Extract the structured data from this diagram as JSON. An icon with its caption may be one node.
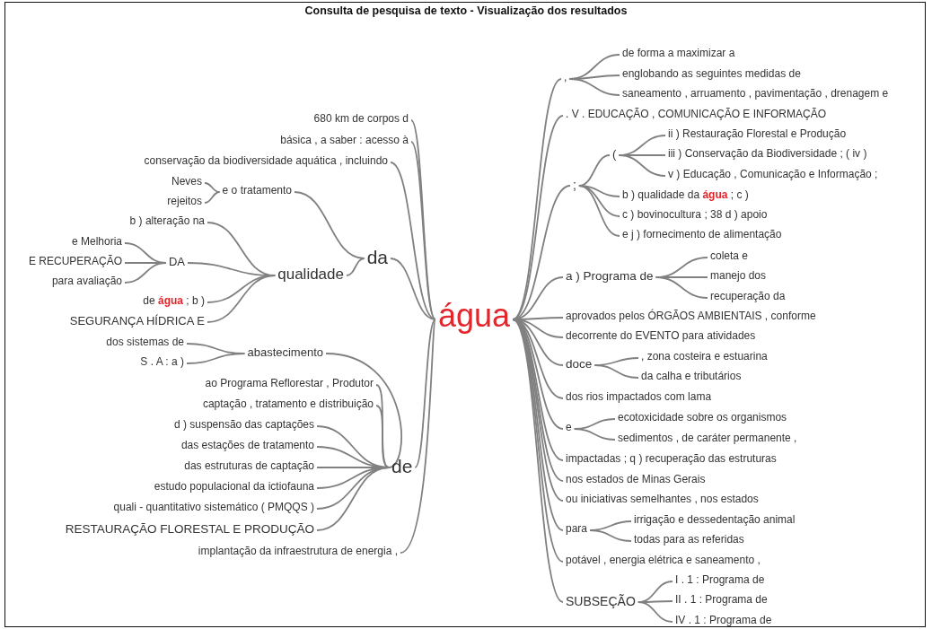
{
  "diagram": {
    "title": "Consulta de pesquisa de texto - Visualização dos resultados",
    "nodes": [
      {
        "text": [
          "680 km de corpos d"
        ]
      },
      {
        "text": [
          "básica , a saber : acesso à"
        ]
      },
      {
        "text": [
          "conservação da biodiversidade aquática , incluindo"
        ]
      },
      {
        "text": [
          "Neves"
        ]
      },
      {
        "text": [
          "rejeitos"
        ]
      },
      {
        "text": [
          "e o tratamento"
        ]
      },
      {
        "text": [
          "b ) alteração na"
        ]
      },
      {
        "text": [
          "e Melhoria"
        ]
      },
      {
        "text": [
          "E RECUPERAÇÃO"
        ]
      },
      {
        "text": [
          "DA"
        ]
      },
      {
        "text": [
          "para avaliação"
        ]
      },
      {
        "text": [
          "de **água** ; b )"
        ]
      },
      {
        "text": [
          "SEGURANÇA HÍDRICA E"
        ]
      },
      {
        "text": [
          "qualidade"
        ]
      },
      {
        "text": [
          "da"
        ]
      },
      {
        "text": [
          "dos sistemas de"
        ]
      },
      {
        "text": [
          "S . A : a )"
        ]
      },
      {
        "text": [
          "abastecimento"
        ]
      },
      {
        "text": [
          "ao Programa Reflorestar , Produtor"
        ]
      },
      {
        "text": [
          "captação , tratamento e distribuição"
        ]
      },
      {
        "text": [
          "d ) suspensão das captações"
        ]
      },
      {
        "text": [
          "das estações de tratamento"
        ]
      },
      {
        "text": [
          "das estruturas de captação"
        ]
      },
      {
        "text": [
          "estudo populacional da ictiofauna"
        ]
      },
      {
        "text": [
          "quali - quantitativo sistemático ( PMQQS )"
        ]
      },
      {
        "text": [
          "RESTAURAÇÃO FLORESTAL E PRODUÇÃO"
        ]
      },
      {
        "text": [
          "de"
        ]
      },
      {
        "text": [
          "implantação da infraestrutura de energia ,"
        ]
      },
      {
        "text": [
          "água"
        ]
      },
      {
        "text": [
          ","
        ]
      },
      {
        "text": [
          "de forma a maximizar a"
        ]
      },
      {
        "text": [
          "englobando as seguintes medidas de"
        ]
      },
      {
        "text": [
          "saneamento , arruamento , pavimentação , drenagem e"
        ]
      },
      {
        "text": [
          ". V . EDUCAÇÃO , COMUNICAÇÃO E INFORMAÇÃO"
        ]
      },
      {
        "text": [
          ";"
        ]
      },
      {
        "text": [
          "("
        ]
      },
      {
        "text": [
          "ii ) Restauração Florestal e Produção"
        ]
      },
      {
        "text": [
          "iii ) Conservação da Biodiversidade ; ( iv )"
        ]
      },
      {
        "text": [
          "v ) Educação , Comunicação e Informação ;"
        ]
      },
      {
        "text": [
          "b ) qualidade da **água** ; c )"
        ]
      },
      {
        "text": [
          "c ) bovinocultura ; 38 d ) apoio"
        ]
      },
      {
        "text": [
          "e j ) fornecimento de alimentação"
        ]
      },
      {
        "text": [
          "a ) Programa de"
        ]
      },
      {
        "text": [
          "coleta e"
        ]
      },
      {
        "text": [
          "manejo dos"
        ]
      },
      {
        "text": [
          "recuperação da"
        ]
      },
      {
        "text": [
          "aprovados pelos ÓRGÃOS AMBIENTAIS , conforme"
        ]
      },
      {
        "text": [
          "decorrente do EVENTO para atividades"
        ]
      },
      {
        "text": [
          "doce"
        ]
      },
      {
        "text": [
          ", zona costeira e estuarina"
        ]
      },
      {
        "text": [
          "da calha e tributários"
        ]
      },
      {
        "text": [
          "dos rios impactados com lama"
        ]
      },
      {
        "text": [
          "e"
        ]
      },
      {
        "text": [
          "ecotoxicidade sobre os organismos"
        ]
      },
      {
        "text": [
          "sedimentos , de caráter permanente ,"
        ]
      },
      {
        "text": [
          "impactadas ; q ) recuperação das estruturas"
        ]
      },
      {
        "text": [
          "nos estados de Minas Gerais"
        ]
      },
      {
        "text": [
          "ou iniciativas semelhantes , nos estados"
        ]
      },
      {
        "text": [
          "para"
        ]
      },
      {
        "text": [
          "irrigação e dessedentação animal"
        ]
      },
      {
        "text": [
          "todas para as referidas"
        ]
      },
      {
        "text": [
          "potável , energia elétrica e saneamento ,"
        ]
      },
      {
        "text": [
          "SUBSEÇÃO"
        ]
      },
      {
        "text": [
          "I . 1 : Programa de"
        ]
      },
      {
        "text": [
          "II . 1 : Programa de"
        ]
      },
      {
        "text": [
          "IV . 1 : Programa de"
        ]
      }
    ],
    "edges": [
      {
        "from": 28,
        "to": 0,
        "arrow": "none"
      },
      {
        "from": 28,
        "to": 1,
        "arrow": "none"
      },
      {
        "from": 28,
        "to": 2,
        "arrow": "none"
      },
      {
        "from": 28,
        "to": 14,
        "arrow": "none"
      },
      {
        "from": 28,
        "to": 26,
        "arrow": "none"
      },
      {
        "from": 28,
        "to": 27,
        "arrow": "none"
      },
      {
        "from": 14,
        "to": 5,
        "arrow": "none"
      },
      {
        "from": 14,
        "to": 13,
        "arrow": "none"
      },
      {
        "from": 5,
        "to": 3,
        "arrow": "none"
      },
      {
        "from": 5,
        "to": 4,
        "arrow": "none"
      },
      {
        "from": 13,
        "to": 6,
        "arrow": "none"
      },
      {
        "from": 13,
        "to": 9,
        "arrow": "none"
      },
      {
        "from": 13,
        "to": 11,
        "arrow": "none"
      },
      {
        "from": 13,
        "to": 12,
        "arrow": "none"
      },
      {
        "from": 9,
        "to": 7,
        "arrow": "none"
      },
      {
        "from": 9,
        "to": 8,
        "arrow": "none"
      },
      {
        "from": 9,
        "to": 10,
        "arrow": "none"
      },
      {
        "from": 26,
        "to": 17,
        "arrow": "none"
      },
      {
        "from": 17,
        "to": 15,
        "arrow": "none"
      },
      {
        "from": 17,
        "to": 16,
        "arrow": "none"
      },
      {
        "from": 26,
        "to": 18,
        "arrow": "none"
      },
      {
        "from": 26,
        "to": 19,
        "arrow": "none"
      },
      {
        "from": 26,
        "to": 20,
        "arrow": "none"
      },
      {
        "from": 26,
        "to": 21,
        "arrow": "none"
      },
      {
        "from": 26,
        "to": 22,
        "arrow": "none"
      },
      {
        "from": 26,
        "to": 23,
        "arrow": "none"
      },
      {
        "from": 26,
        "to": 24,
        "arrow": "none"
      },
      {
        "from": 26,
        "to": 25,
        "arrow": "none"
      },
      {
        "from": 28,
        "to": 29,
        "arrow": "none"
      },
      {
        "from": 29,
        "to": 30,
        "arrow": "none"
      },
      {
        "from": 29,
        "to": 31,
        "arrow": "none"
      },
      {
        "from": 29,
        "to": 32,
        "arrow": "none"
      },
      {
        "from": 28,
        "to": 33,
        "arrow": "none"
      },
      {
        "from": 28,
        "to": 34,
        "arrow": "none"
      },
      {
        "from": 34,
        "to": 35,
        "arrow": "none"
      },
      {
        "from": 35,
        "to": 36,
        "arrow": "none"
      },
      {
        "from": 35,
        "to": 37,
        "arrow": "none"
      },
      {
        "from": 35,
        "to": 38,
        "arrow": "none"
      },
      {
        "from": 34,
        "to": 39,
        "arrow": "none"
      },
      {
        "from": 34,
        "to": 40,
        "arrow": "none"
      },
      {
        "from": 34,
        "to": 41,
        "arrow": "none"
      },
      {
        "from": 28,
        "to": 42,
        "arrow": "none"
      },
      {
        "from": 42,
        "to": 43,
        "arrow": "none"
      },
      {
        "from": 42,
        "to": 44,
        "arrow": "none"
      },
      {
        "from": 42,
        "to": 45,
        "arrow": "none"
      },
      {
        "from": 28,
        "to": 46,
        "arrow": "none"
      },
      {
        "from": 28,
        "to": 47,
        "arrow": "none"
      },
      {
        "from": 28,
        "to": 48,
        "arrow": "none"
      },
      {
        "from": 48,
        "to": 49,
        "arrow": "none"
      },
      {
        "from": 48,
        "to": 50,
        "arrow": "none"
      },
      {
        "from": 28,
        "to": 51,
        "arrow": "none"
      },
      {
        "from": 28,
        "to": 52,
        "arrow": "none"
      },
      {
        "from": 52,
        "to": 53,
        "arrow": "none"
      },
      {
        "from": 52,
        "to": 54,
        "arrow": "none"
      },
      {
        "from": 28,
        "to": 55,
        "arrow": "none"
      },
      {
        "from": 28,
        "to": 56,
        "arrow": "none"
      },
      {
        "from": 28,
        "to": 57,
        "arrow": "none"
      },
      {
        "from": 28,
        "to": 58,
        "arrow": "none"
      },
      {
        "from": 58,
        "to": 59,
        "arrow": "none"
      },
      {
        "from": 58,
        "to": 60,
        "arrow": "none"
      },
      {
        "from": 28,
        "to": 61,
        "arrow": "none"
      },
      {
        "from": 28,
        "to": 62,
        "arrow": "none"
      },
      {
        "from": 62,
        "to": 63,
        "arrow": "none"
      },
      {
        "from": 62,
        "to": 64,
        "arrow": "none"
      },
      {
        "from": 62,
        "to": 65,
        "arrow": "none"
      }
    ]
  }
}
